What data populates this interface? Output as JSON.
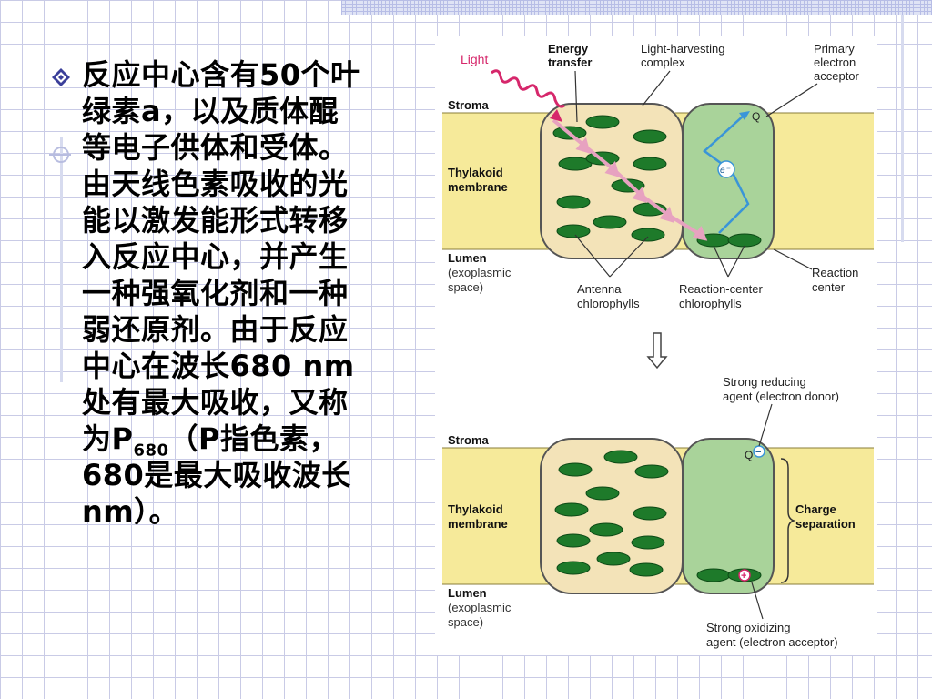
{
  "slide": {
    "text_parts": {
      "line1": "反应中心含有50个叶",
      "line2": "绿素a，以及质体醌",
      "line3": "等电子供体和受体。",
      "line4": "由天线色素吸收的光",
      "line5": "能以激发能形式转移",
      "line6": "入反应中心，并产生",
      "line7": "一种强氧化剂和一种",
      "line8": "弱还原剂。由于反应",
      "line9": "中心在波长680 nm",
      "line10": "处有最大吸收，又称",
      "line11_pre": "为P",
      "line11_sub": "680",
      "line11_post": "（P指色素，",
      "line12": "680是最大吸收波长",
      "line13": "nm）。"
    }
  },
  "figure": {
    "labels": {
      "light": "Light",
      "energy_transfer_1": "Energy",
      "energy_transfer_2": "transfer",
      "lhc_1": "Light-harvesting",
      "lhc_2": "complex",
      "pea_1": "Primary",
      "pea_2": "electron",
      "pea_3": "acceptor",
      "stroma": "Stroma",
      "thylakoid_1": "Thylakoid",
      "thylakoid_2": "membrane",
      "lumen": "Lumen",
      "exo_1": "(exoplasmic",
      "exo_2": "space)",
      "antenna_1": "Antenna",
      "antenna_2": "chlorophylls",
      "rcc_1": "Reaction-center",
      "rcc_2": "chlorophylls",
      "rc_1": "Reaction",
      "rc_2": "center",
      "q": "Q",
      "electron": "e⁻",
      "stroma_b": "Stroma",
      "thylakoid_b1": "Thylakoid",
      "thylakoid_b2": "membrane",
      "lumen_b": "Lumen",
      "exo_b1": "(exoplasmic",
      "exo_b2": "space)",
      "reducing_1": "Strong reducing",
      "reducing_2": "agent (electron donor)",
      "charge_1": "Charge",
      "charge_2": "separation",
      "oxidizing_1": "Strong oxidizing",
      "oxidizing_2": "agent (electron acceptor)",
      "q_b": "Q",
      "minus": "−",
      "plus": "+"
    },
    "colors": {
      "membrane": "#f6ea9a",
      "lhc_fill": "#f3e3b8",
      "rc_fill": "#a9d39a",
      "chlorophyll": "#1e7a2a",
      "arrow_pink": "#e7a2c0",
      "light_wave": "#d6276b",
      "electron_path": "#3a95d8"
    }
  }
}
